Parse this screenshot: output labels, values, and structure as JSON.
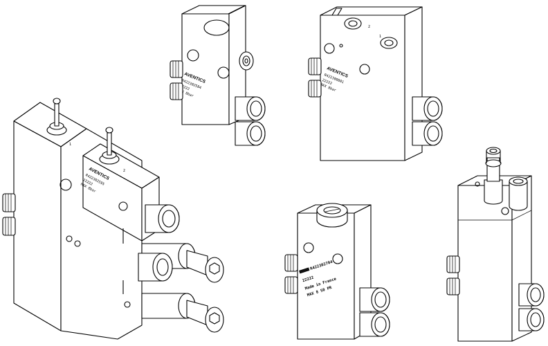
{
  "valves": {
    "a": {
      "brand": "AVENTICS",
      "part_number": "R422302584",
      "line1": "22222",
      "line2": "MAX 8bar"
    },
    "b": {
      "brand": "AVENTICS",
      "part_number": "R422300001",
      "line1": "22222",
      "line2": "MAX 8bar"
    },
    "c": {
      "brand": "AVENTICS",
      "part_number": "R422302595",
      "line1": "22222",
      "line2": "MAX 8bar"
    },
    "d": {
      "brand": "",
      "part_number": "R422302704",
      "line1": "22222",
      "made_in": "Made in France",
      "line3": "MAX 8 50 PR"
    }
  },
  "port_marks": {
    "one": "1",
    "two": "2"
  },
  "colors": {
    "line": "#000000",
    "fill": "#ffffff"
  }
}
